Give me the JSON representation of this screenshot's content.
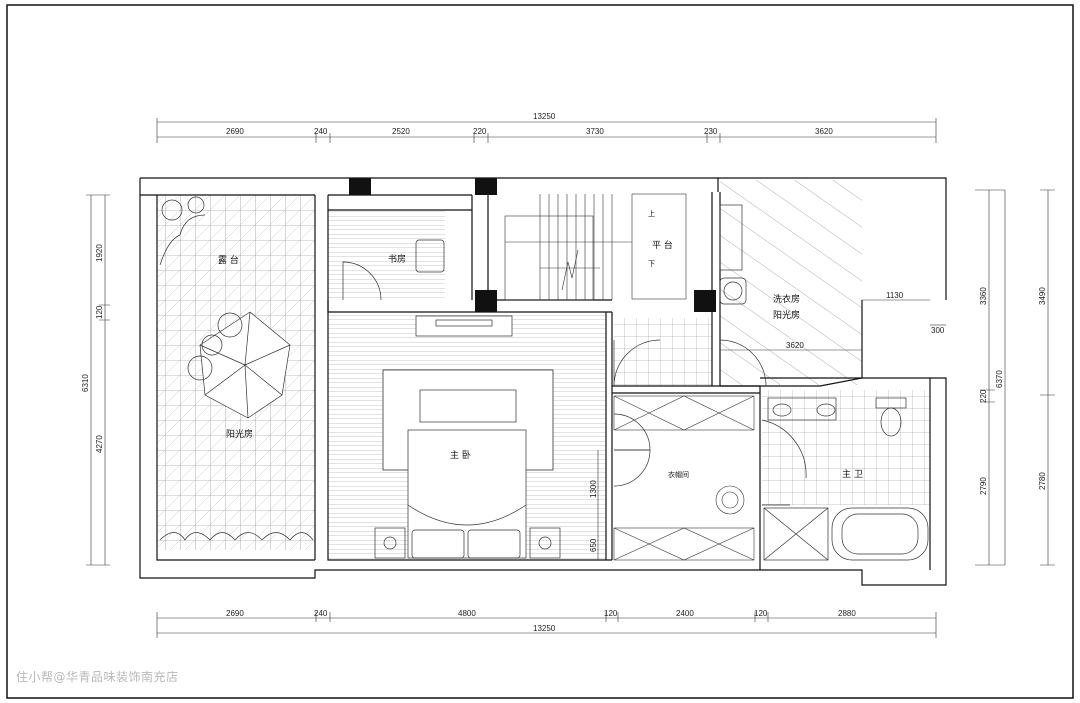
{
  "rooms": {
    "terrace": "露 台",
    "study": "书房",
    "platform": "平 台",
    "up": "上",
    "down": "下",
    "laundry": "洗衣房",
    "sunroom_right": "阳光房",
    "sunroom_left": "阳光房",
    "master_bedroom": "主 卧",
    "closet": "衣帽间",
    "master_bath": "主 卫"
  },
  "dimensions": {
    "top_total": "13250",
    "top_segments": [
      "2690",
      "240",
      "2520",
      "220",
      "3730",
      "230",
      "3620"
    ],
    "bottom_total": "13250",
    "bottom_segments": [
      "2690",
      "240",
      "4800",
      "120",
      "2400",
      "120",
      "2880"
    ],
    "left_outer": "6310",
    "left_inner": [
      "1920",
      "120",
      "4270"
    ],
    "right_col1": [
      "3360",
      "220",
      "2790"
    ],
    "right_col2_total": "6370",
    "right_col3": [
      "3490",
      "2780"
    ],
    "inner_1130": "1130",
    "inner_300": "300",
    "inner_3620": "3620",
    "inner_1300": "1300",
    "inner_650": "650"
  },
  "watermark": "住小帮@华青品味装饰南充店"
}
